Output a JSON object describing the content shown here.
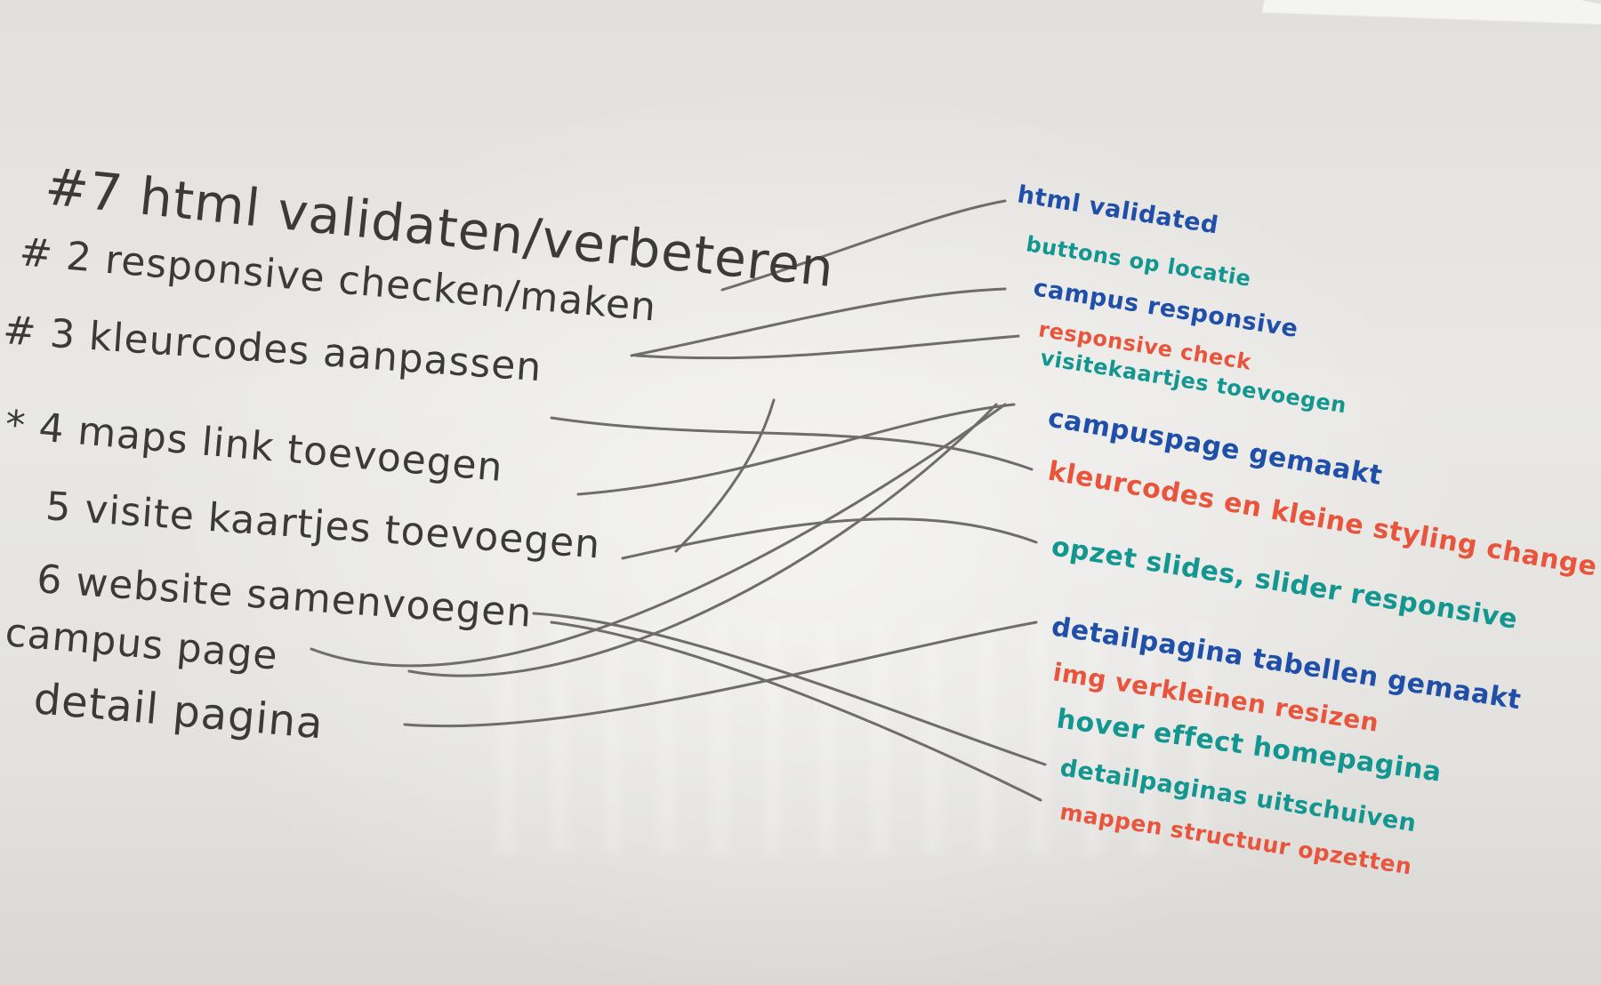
{
  "left_items": [
    "#7 html validaten/verbeteren",
    "# 2 responsive checken/maken",
    "# 3 kleurcodes aanpassen",
    "* 4 maps link toevoegen",
    "5 visite kaartjes toevoegen",
    "6 website samenvoegen",
    "campus page",
    "detail pagina"
  ],
  "right_items": [
    {
      "text": "html validated",
      "color": "#1f4fa8"
    },
    {
      "text": "buttons op locatie",
      "color": "#13968f"
    },
    {
      "text": "campus responsive",
      "color": "#1f4fa8"
    },
    {
      "text": "responsive check",
      "color": "#e8553c"
    },
    {
      "text": "visitekaartjes toevoegen",
      "color": "#13968f"
    },
    {
      "text": "campuspage gemaakt",
      "color": "#1f4fa8"
    },
    {
      "text": "kleurcodes en kleine styling change",
      "color": "#e8553c"
    },
    {
      "text": "opzet slides, slider responsive",
      "color": "#13968f"
    },
    {
      "text": "detailpagina tabellen gemaakt",
      "color": "#1f4fa8"
    },
    {
      "text": "img verkleinen resizen",
      "color": "#e8553c"
    },
    {
      "text": "hover effect homepagina",
      "color": "#13968f"
    },
    {
      "text": "detailpaginas uitschuiven",
      "color": "#13968f"
    },
    {
      "text": "mappen structuur opzetten",
      "color": "#e8553c"
    }
  ],
  "colors": {
    "marker_black": "#3b3a38",
    "marker_blue": "#1f4fa8",
    "marker_teal": "#13968f",
    "marker_red": "#e8553c",
    "connector_gray": "#6e6d6a"
  }
}
